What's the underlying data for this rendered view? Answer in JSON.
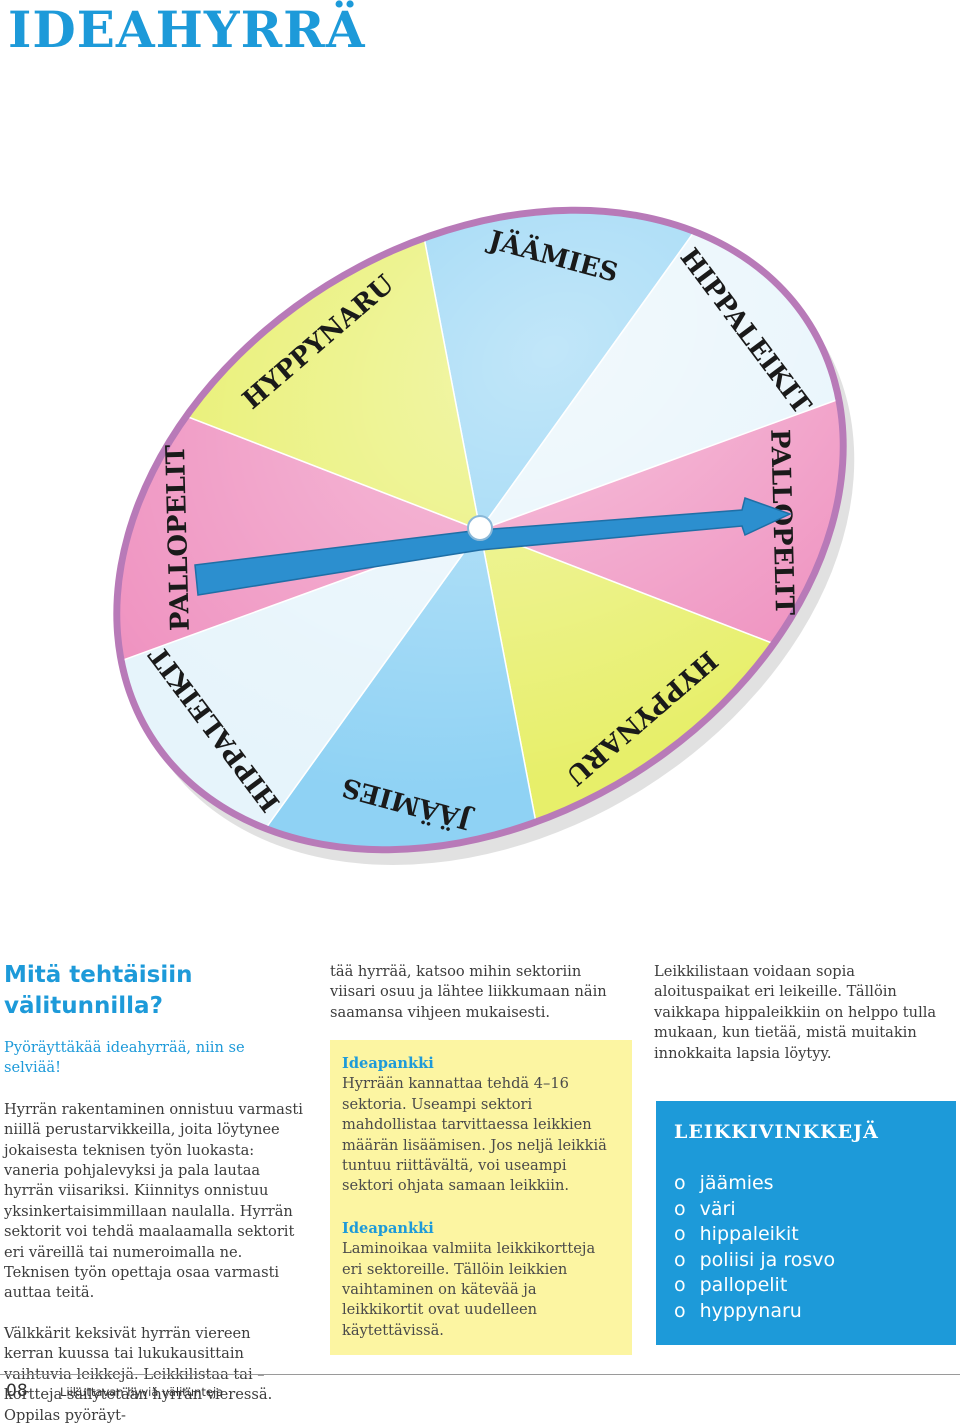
{
  "page": {
    "title": "IDEAHYRRÄ",
    "footer_number": "08",
    "footer_text": "Liikuttavan hyviä välitunteja"
  },
  "wheel": {
    "sectors": [
      {
        "label": "JÄÄMIES",
        "color": "#8fd2f4"
      },
      {
        "label": "HIPPALEIKIT",
        "color": "#e6f4fb"
      },
      {
        "label": "PALLOPELIT",
        "color": "#ef92c0"
      },
      {
        "label": "HYPPYNARU",
        "color": "#e7ef6a"
      },
      {
        "label": "JÄÄMIES",
        "color": "#8fd2f4"
      },
      {
        "label": "HIPPALEIKIT",
        "color": "#e6f4fb"
      },
      {
        "label": "PALLOPELIT",
        "color": "#ef92c0"
      },
      {
        "label": "HYPPYNARU",
        "color": "#e7ef6a"
      }
    ],
    "rim_color": "#b87ab8",
    "pointer_color": "#2c8fcf"
  },
  "col1": {
    "heading": "Mitä tehtäisiin välitunnilla?",
    "lead": "Pyöräyttäkää ideahyrrää, niin se selviää!",
    "para1": "Hyrrän rakentaminen onnistuu varmasti niillä perustarvikkeilla, joita löytynee jokaisesta teknisen työn luokasta: vaneria pohjalevyksi ja pala lautaa hyrrän viisariksi. Kiinnitys onnistuu yksinkertaisimmillaan naulalla. Hyrrän sektorit voi tehdä maalaamalla sektorit eri väreillä tai numeroimalla ne. Teknisen työn opettaja osaa varmasti auttaa teitä.",
    "para2": "Välkkärit keksivät hyrrän viereen kerran kuussa tai lukukausittain vaihtuvia leikkejä. Leikkilistaa tai –kortteja säilytetään hyrrän vieressä. Oppilas pyöräyt-"
  },
  "col2": {
    "text": "tää hyrrää, katsoo mihin sektoriin viisari osuu ja lähtee liikkumaan näin saamansa vihjeen mukaisesti.",
    "box1_title": "Ideapankki",
    "box1_text": "Hyrrään kannattaa tehdä 4–16 sektoria. Useampi sektori mahdollistaa tarvittaessa leikkien määrän lisäämisen. Jos neljä leikkiä tuntuu riittävältä, voi useampi sektori ohjata samaan leikkiin.",
    "box2_title": "Ideapankki",
    "box2_text": "Laminoikaa valmiita leikkikortteja eri sektoreille. Tällöin leikkien vaihtaminen on kätevää ja leikkikortit ovat uudelleen käytettävissä."
  },
  "col3": {
    "text": "Leikkilistaan voidaan sopia aloituspaikat eri leikeille. Tällöin vaikkapa hippaleikkiin on helppo tulla mukaan, kun tietää, mistä muitakin innokkaita lapsia löytyy."
  },
  "tips": {
    "title": "LEIKKIVINKKEJÄ",
    "bullet": "o",
    "items": [
      "jäämies",
      "väri",
      "hippaleikit",
      "poliisi ja rosvo",
      "pallopelit",
      "hyppynaru"
    ]
  }
}
